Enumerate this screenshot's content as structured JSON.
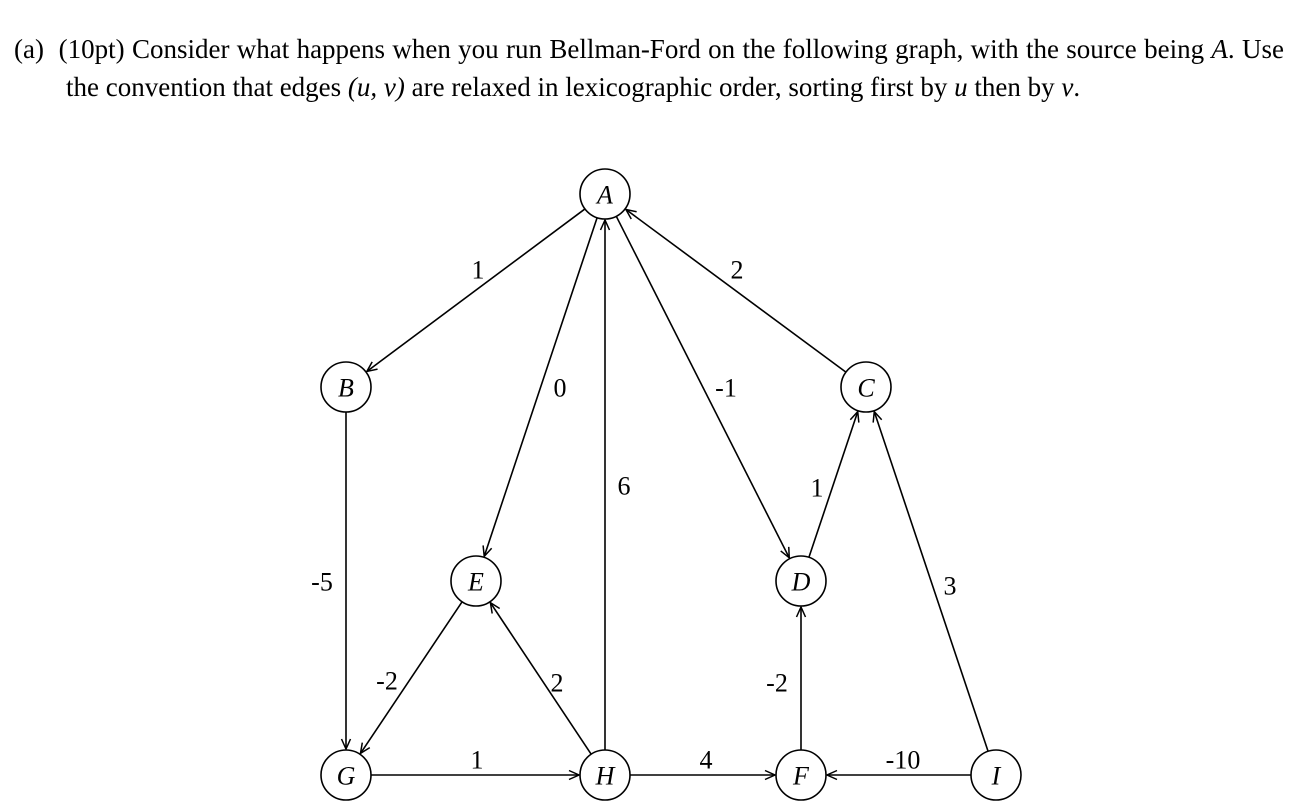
{
  "problem": {
    "part": "(a)",
    "points": "(10pt)",
    "text_1": "Consider what happens when you run Bellman-Ford on the following graph, with the source being ",
    "source": "A",
    "text_2": ". Use the convention that edges ",
    "edge_notation": "(u, v)",
    "text_3": " are relaxed in lexicographic order, sorting first by ",
    "var_u": "u",
    "text_4": " then by ",
    "var_v": "v",
    "text_5": "."
  },
  "graph": {
    "nodes": [
      "A",
      "B",
      "C",
      "D",
      "E",
      "F",
      "G",
      "H",
      "I"
    ],
    "edges": [
      {
        "from": "A",
        "to": "B",
        "weight": "1"
      },
      {
        "from": "A",
        "to": "E",
        "weight": "0"
      },
      {
        "from": "A",
        "to": "D",
        "weight": "-1"
      },
      {
        "from": "C",
        "to": "A",
        "weight": "2"
      },
      {
        "from": "H",
        "to": "A",
        "weight": "6"
      },
      {
        "from": "B",
        "to": "G",
        "weight": "-5"
      },
      {
        "from": "E",
        "to": "G",
        "weight": "-2"
      },
      {
        "from": "H",
        "to": "E",
        "weight": "2"
      },
      {
        "from": "D",
        "to": "C",
        "weight": "1"
      },
      {
        "from": "I",
        "to": "C",
        "weight": "3"
      },
      {
        "from": "F",
        "to": "D",
        "weight": "-2"
      },
      {
        "from": "G",
        "to": "H",
        "weight": "1"
      },
      {
        "from": "H",
        "to": "F",
        "weight": "4"
      },
      {
        "from": "I",
        "to": "F",
        "weight": "-10"
      }
    ]
  }
}
